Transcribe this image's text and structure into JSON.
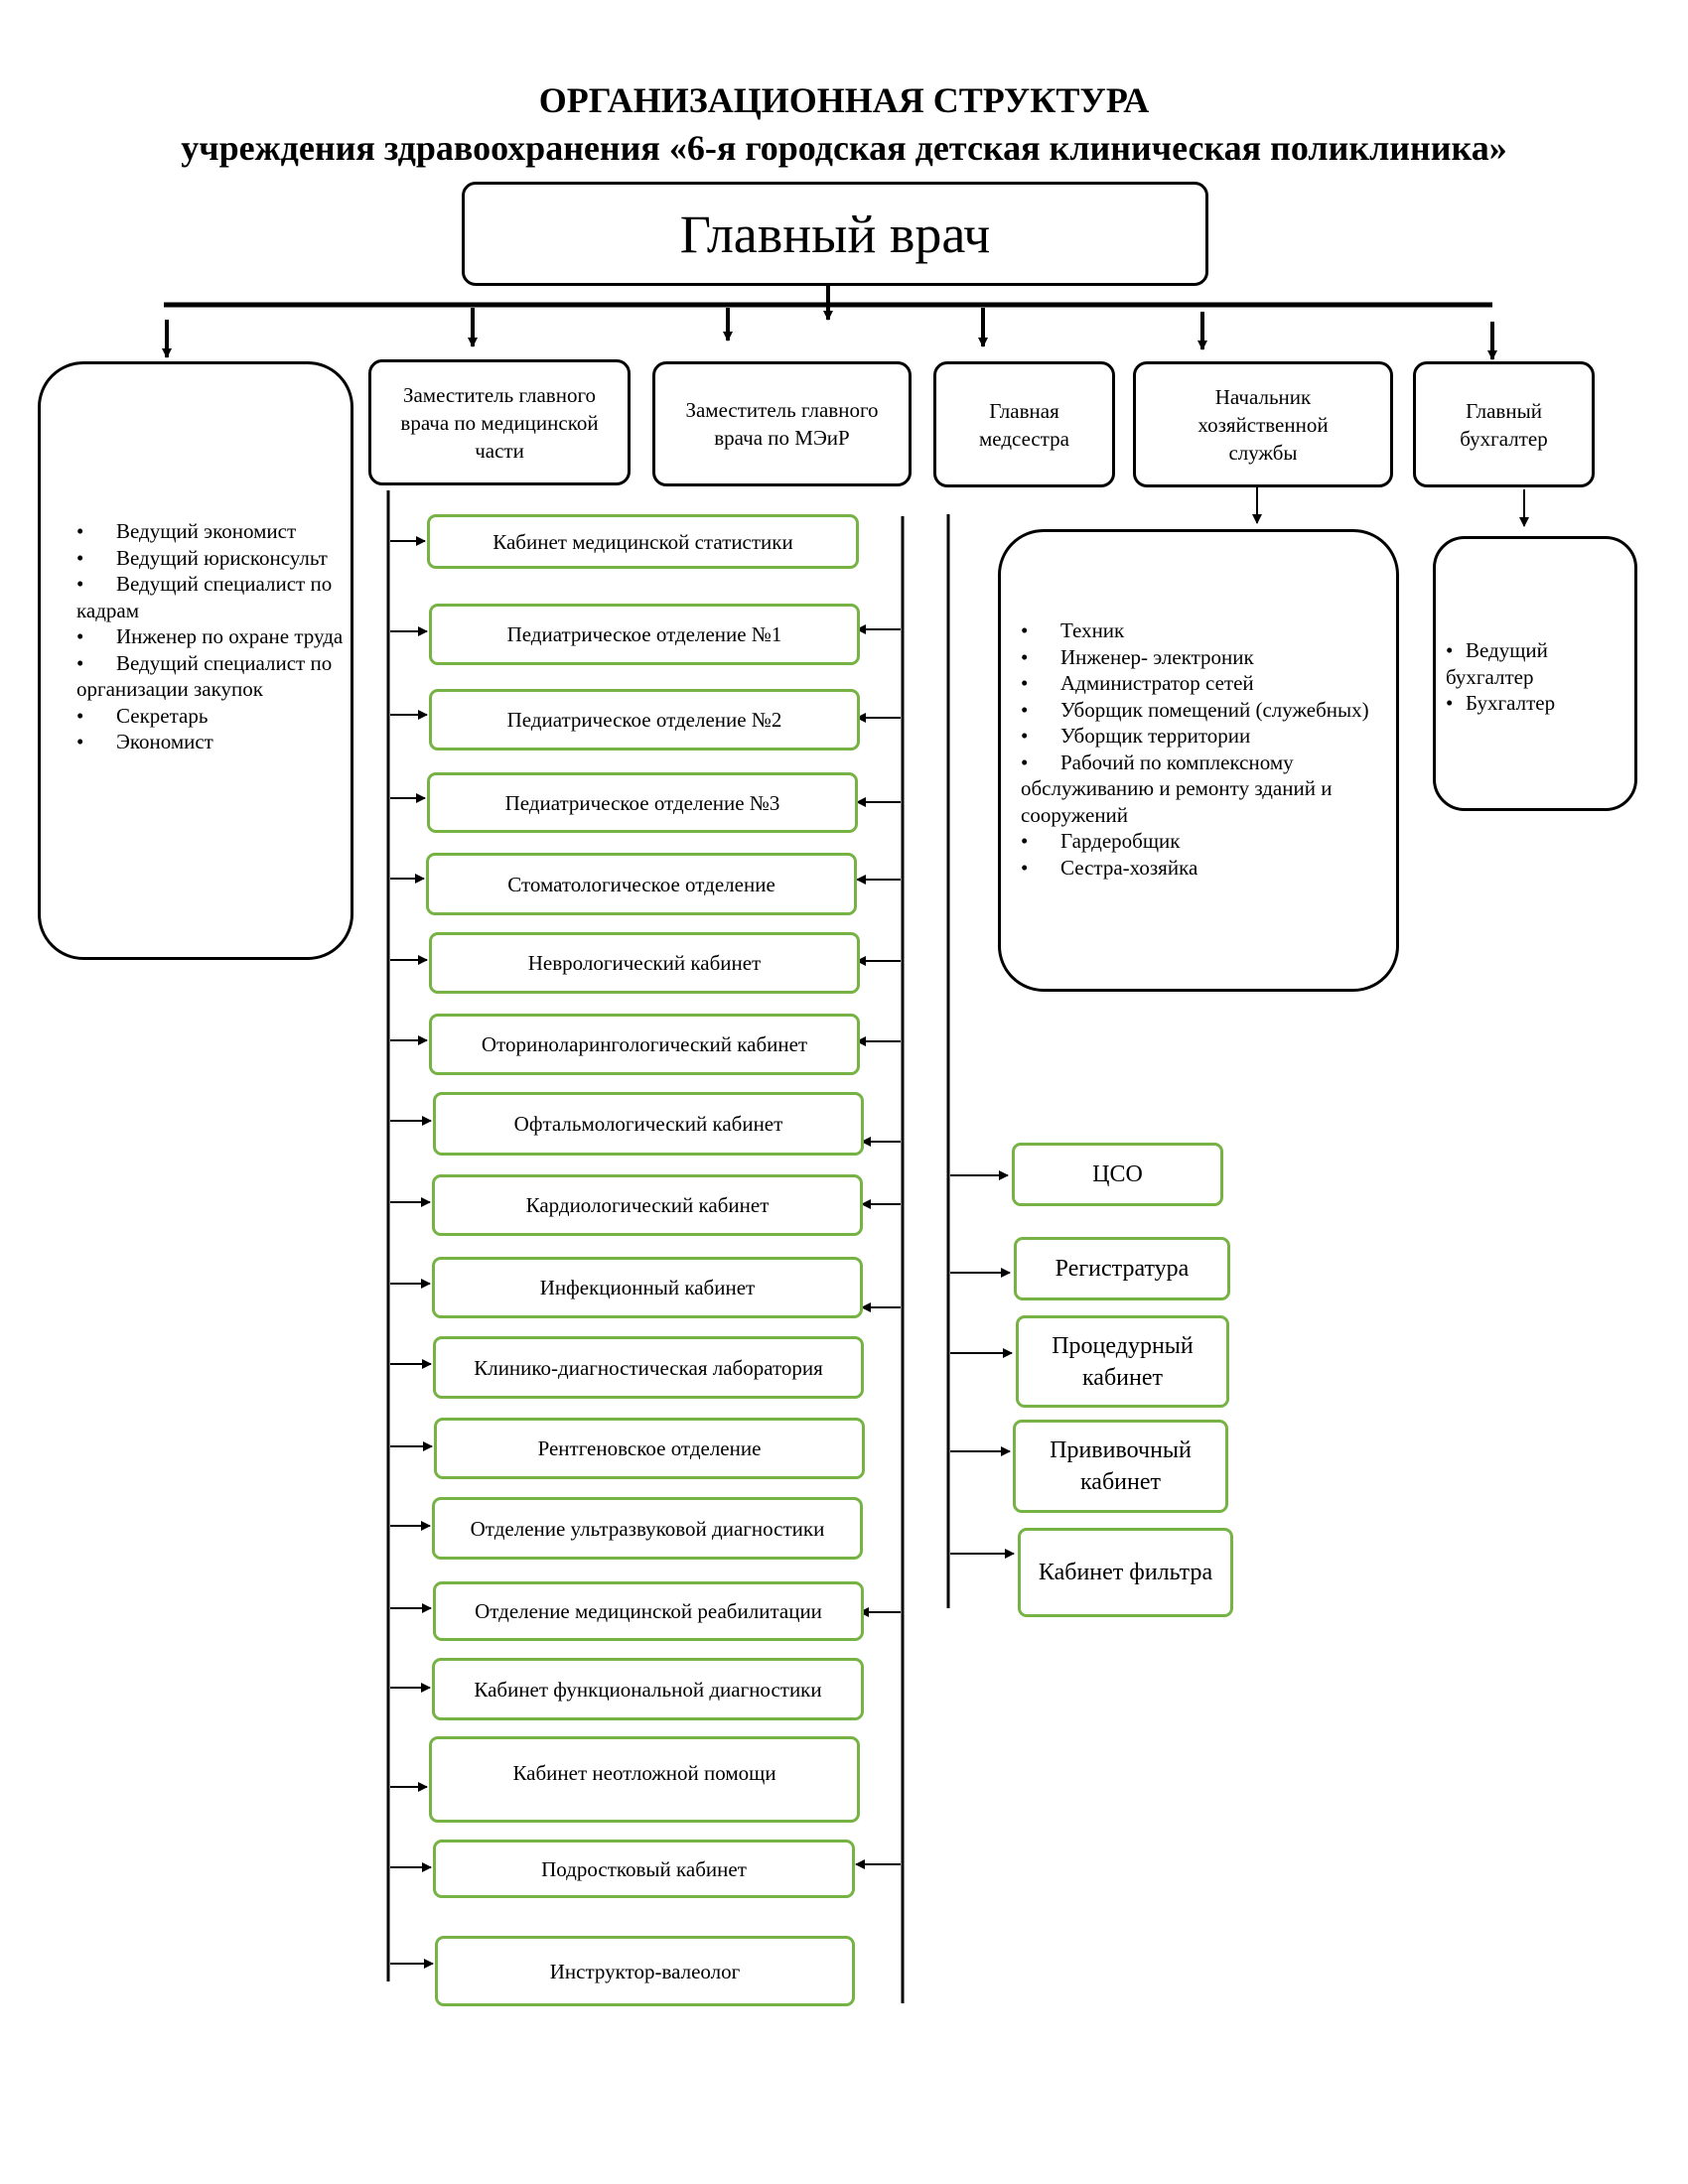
{
  "title": "ОРГАНИЗАЦИОННАЯ СТРУКТУРА",
  "subtitle": "учреждения здравоохранения «6-я городская детская клиническая поликлиника»",
  "chief": "Главный врач",
  "deputies": {
    "medical": "Заместитель главного врача по медицинской части",
    "meir": "Заместитель главного врача по МЭиР",
    "head_nurse": "Главная медсестра",
    "household": "Начальник хозяйственной службы",
    "accountant": "Главный бухгалтер"
  },
  "staff_list": [
    "Ведущий экономист",
    "Ведущий юрисконсульт",
    "Ведущий специалист по кадрам",
    "Инженер по охране труда",
    "Ведущий специалист по организации закупок",
    "Секретарь",
    "Экономист"
  ],
  "household_list": [
    "Техник",
    "Инженер- электроник",
    "Администратор сетей",
    "Уборщик помещений (служебных)",
    "Уборщик территории",
    "Рабочий по комплексному обслуживанию и ремонту зданий и сооружений",
    "Гардеробщик",
    "Сестра-хозяйка"
  ],
  "accountant_list": [
    "Ведущий бухгалтер",
    "Бухгалтер"
  ],
  "departments": [
    "Кабинет медицинской статистики",
    "Педиатрическое отделение №1",
    "Педиатрическое отделение №2",
    "Педиатрическое отделение №3",
    "Стоматологическое отделение",
    "Неврологический кабинет",
    "Оториноларингологический кабинет",
    "Офтальмологический кабинет",
    "Кардиологический кабинет",
    "Инфекционный кабинет",
    "Клинико-диагностическая лаборатория",
    "Рентгеновское отделение",
    "Отделение ультразвуковой диагностики",
    "Отделение медицинской реабилитации",
    "Кабинет функциональной диагностики",
    "Кабинет неотложной помощи",
    "Подростковый кабинет",
    "Инструктор-валеолог"
  ],
  "nursing_units": [
    "ЦСО",
    "Регистратура",
    "Процедурный кабинет",
    "Прививочный кабинет",
    "Кабинет фильтра"
  ],
  "colors": {
    "green_border": "#77b244",
    "line": "#000000"
  }
}
